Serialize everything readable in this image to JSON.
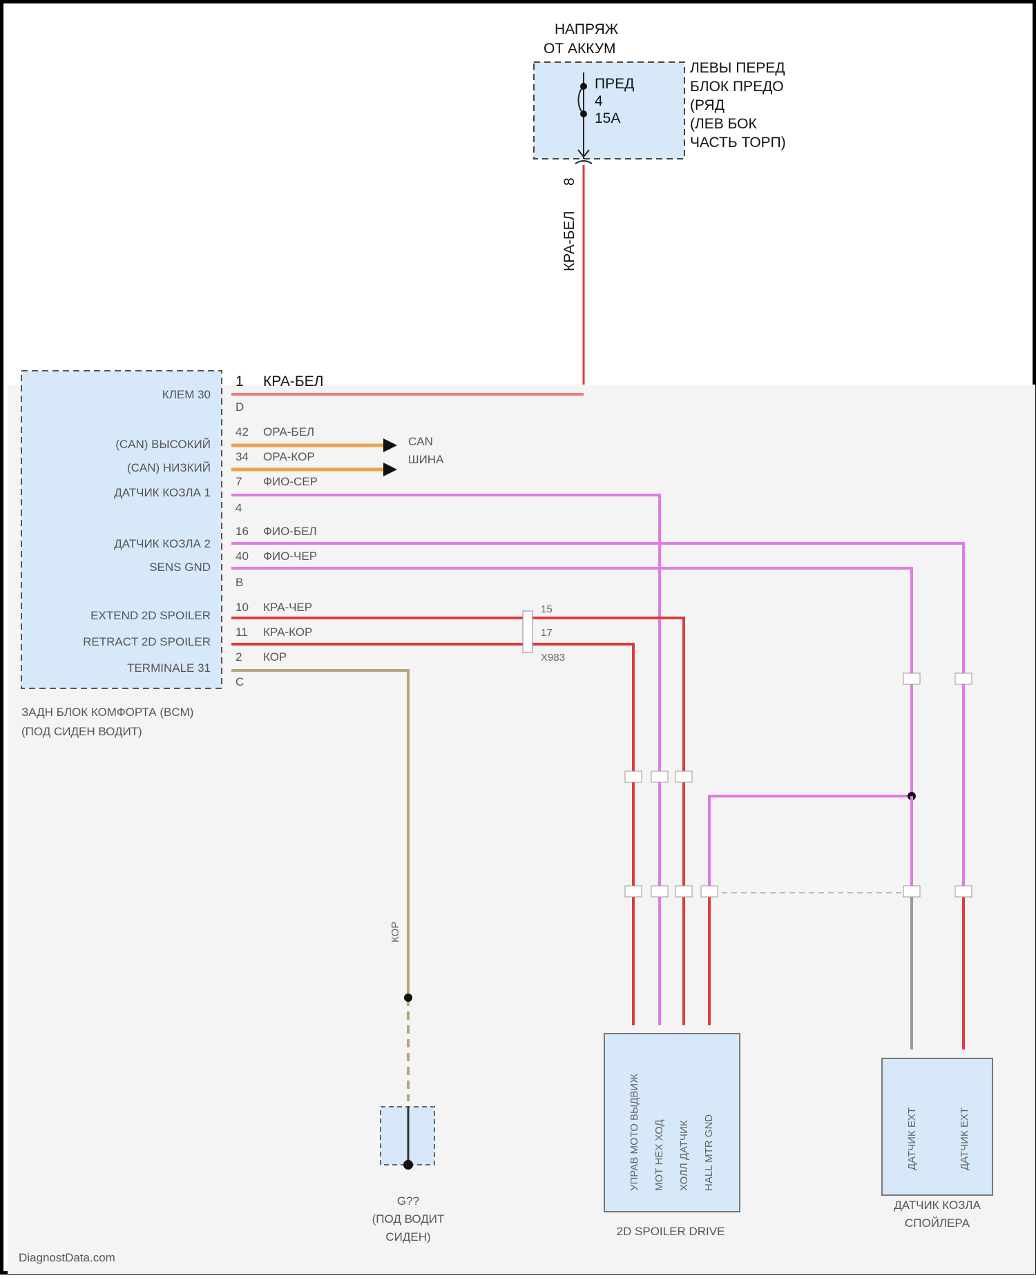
{
  "header": {
    "voltage_line1": "НАПРЯЖ",
    "voltage_line2": "ОТ АККУМ"
  },
  "fuse_block": {
    "fuse_name": "ПРЕД",
    "fuse_number": "4",
    "fuse_rating": "15A",
    "location": [
      "ЛЕВЫ ПЕРЕД",
      "БЛОК ПРЕДО",
      "(РЯД",
      "(ЛЕВ БОК",
      "ЧАСТЬ ТОРП)"
    ],
    "pin": "8",
    "wire_color": "КРА-БЕЛ"
  },
  "bcm": {
    "pin1_number": "1",
    "pin1_wire": "КРА-БЕЛ",
    "pins_blurred": [
      {
        "label": "КЛЕМ 30",
        "num": "1",
        "wire": ""
      },
      {
        "label": "",
        "num": "D",
        "wire": ""
      },
      {
        "label": "(CAN) ВЫСОКИЙ",
        "num": "42",
        "wire": "ОРА-БЕЛ"
      },
      {
        "label": "(CAN) НИЗКИЙ",
        "num": "34",
        "wire": "ОРА-КОР"
      },
      {
        "label": "",
        "num": "7",
        "wire": "ФИО-СЕР"
      },
      {
        "label": "ДАТЧИК КОЗЛА 1",
        "num": "",
        "wire": ""
      },
      {
        "label": "",
        "num": "4",
        "wire": ""
      },
      {
        "label": "ДАТЧИК КОЗЛА 2",
        "num": "16",
        "wire": "ФИО-БЕЛ"
      },
      {
        "label": "SENS GND",
        "num": "40",
        "wire": "ФИО-ЧЕР"
      },
      {
        "label": "",
        "num": "B",
        "wire": ""
      },
      {
        "label": "EXTEND 2D SPOILER",
        "num": "10",
        "wire": "КРА-ЧЕР"
      },
      {
        "label": "RETRACT 2D SPOILER",
        "num": "11",
        "wire": "КРА-КОР"
      },
      {
        "label": "TERMINALE 31",
        "num": "2",
        "wire": "КОР"
      },
      {
        "label": "",
        "num": "C",
        "wire": ""
      }
    ],
    "caption": [
      "ЗАДН БЛОК КОМФОРТА (BCM)",
      "(ПОД СИДЕН ВОДИТ)"
    ]
  },
  "can_bus": {
    "line1": "CAN",
    "line2": "ШИНА"
  },
  "inline_connector": {
    "pins": [
      "15",
      "17",
      "X983"
    ]
  },
  "ground": {
    "label": "G??",
    "caption": [
      "(ПОД ВОДИТ",
      "СИДЕН)"
    ],
    "wire": "КОР"
  },
  "spoiler_drive": {
    "caption": "2D SPOILER DRIVE",
    "pins": [
      "УПРАВ МОТО ВЫДВИЖ",
      "МОТ НЕХ ХОД",
      "ХОЛЛ ДАТЧИК",
      "HALL MTR GND"
    ]
  },
  "spoiler_sensor": {
    "caption": [
      "ДАТЧИК КОЗЛА",
      "СПОЙЛЕРА"
    ],
    "pins": [
      "ДАТЧИК ЕХТ",
      "ДАТЧИК ЕХТ"
    ]
  },
  "watermark": "DiagnostData.com",
  "colors": {
    "red_wire": "#e03a3a",
    "pink_wire": "#e07ae6",
    "orange_wire": "#eda34a",
    "tan_wire": "#b5a67a",
    "gray_wire": "#9a9a9a",
    "block_fill": "#d7e8f8"
  }
}
